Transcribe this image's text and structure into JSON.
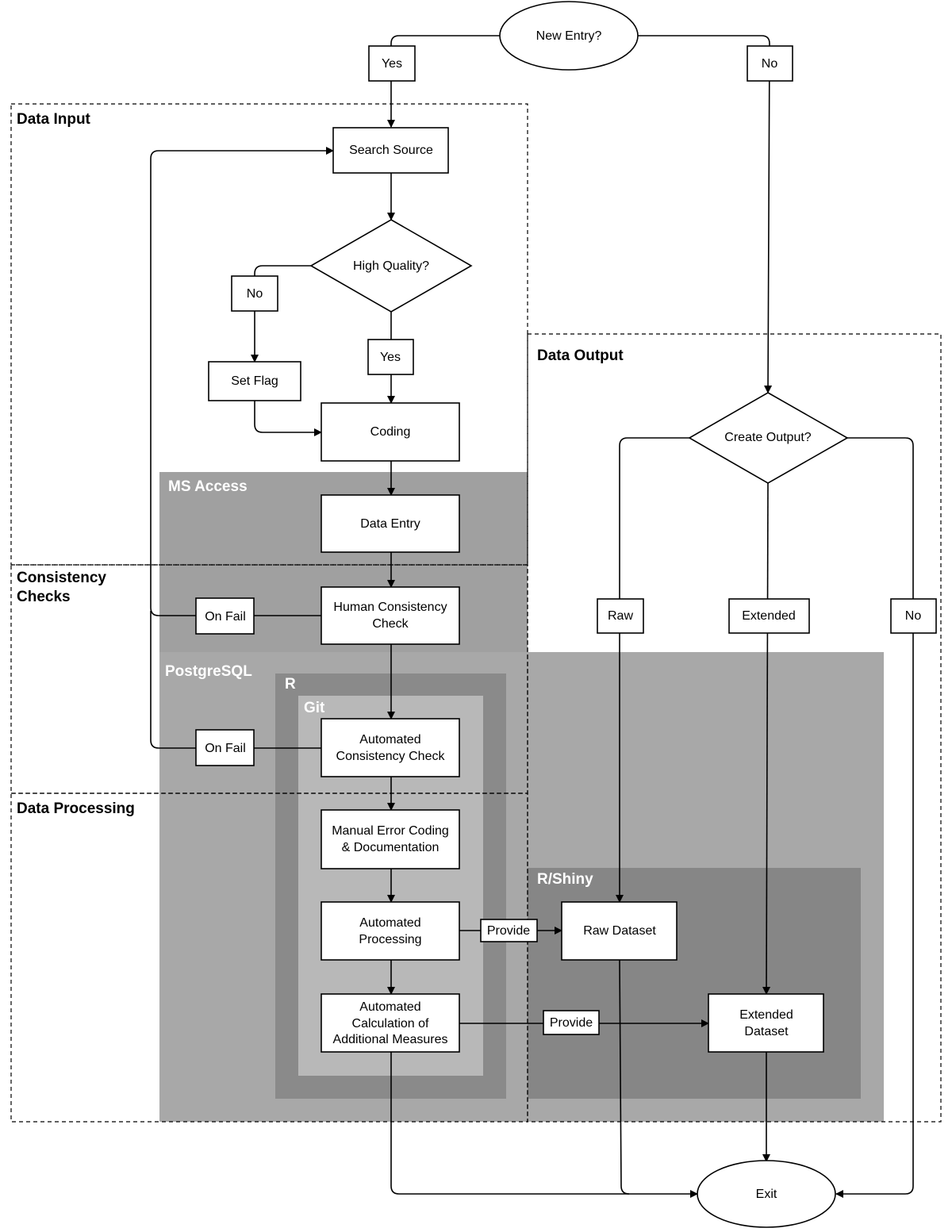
{
  "colors": {
    "ms_access": "#a0a0a0",
    "postgresql": "#a8a8a8",
    "r": "#8a8a8a",
    "git": "#b8b8b8",
    "r_shiny": "#868686",
    "stroke": "#000000",
    "node_fill": "#ffffff"
  },
  "sections": {
    "data_input": "Data Input",
    "consistency_checks": [
      "Consistency",
      "Checks"
    ],
    "data_processing": "Data Processing",
    "data_output": "Data Output"
  },
  "zones": {
    "ms_access": "MS Access",
    "postgresql": "PostgreSQL",
    "r": "R",
    "git": "Git",
    "r_shiny": "R/Shiny"
  },
  "nodes": {
    "new_entry": "New Entry?",
    "search_source": "Search Source",
    "high_quality": "High Quality?",
    "set_flag": "Set Flag",
    "coding": "Coding",
    "data_entry": "Data Entry",
    "human_check": [
      "Human Consistency",
      "Check"
    ],
    "auto_check": [
      "Automated",
      "Consistency Check"
    ],
    "manual_error": [
      "Manual Error Coding",
      "& Documentation"
    ],
    "auto_processing": [
      "Automated",
      "Processing"
    ],
    "auto_calc": [
      "Automated",
      "Calculation of",
      "Additional Measures"
    ],
    "create_output": "Create Output?",
    "raw_dataset": "Raw Dataset",
    "extended_dataset": [
      "Extended",
      "Dataset"
    ],
    "exit": "Exit"
  },
  "edge_labels": {
    "yes_top": "Yes",
    "no_top": "No",
    "no_quality": "No",
    "yes_quality": "Yes",
    "on_fail_human": "On Fail",
    "on_fail_auto": "On Fail",
    "raw": "Raw",
    "extended": "Extended",
    "no_output": "No",
    "provide_raw": "Provide",
    "provide_extended": "Provide"
  }
}
